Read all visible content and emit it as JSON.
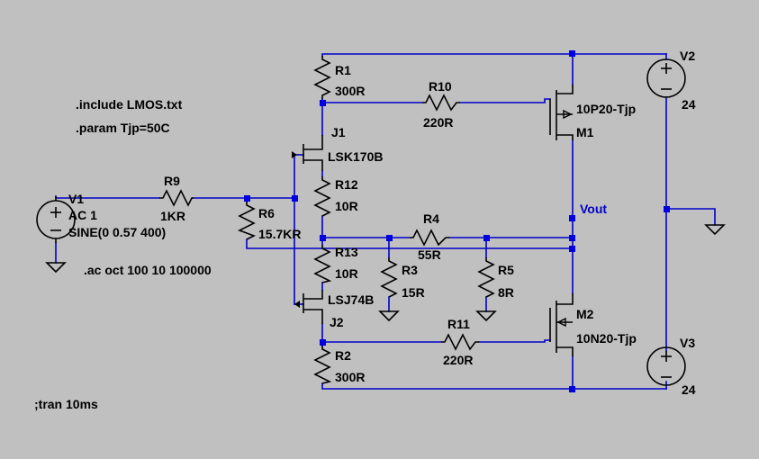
{
  "directives": {
    "include": ".include LMOS.txt",
    "param": ".param Tjp=50C",
    "ac": ".ac oct 100 10 100000",
    "tran": ";tran 10ms"
  },
  "components": {
    "V1": {
      "name": "V1",
      "line1": "AC 1",
      "line2": "SINE(0 0.57 400)"
    },
    "V2": {
      "name": "V2",
      "value": "24"
    },
    "V3": {
      "name": "V3",
      "value": "24"
    },
    "R1": {
      "name": "R1",
      "value": "300R"
    },
    "R2": {
      "name": "R2",
      "value": "300R"
    },
    "R3": {
      "name": "R3",
      "value": "15R"
    },
    "R4": {
      "name": "R4",
      "value": "55R"
    },
    "R5": {
      "name": "R5",
      "value": "8R"
    },
    "R6": {
      "name": "R6",
      "value": "15.7KR"
    },
    "R9": {
      "name": "R9",
      "value": "1KR"
    },
    "R10": {
      "name": "R10",
      "value": "220R"
    },
    "R11": {
      "name": "R11",
      "value": "220R"
    },
    "R12": {
      "name": "R12",
      "value": "10R"
    },
    "R13": {
      "name": "R13",
      "value": "10R"
    },
    "J1": {
      "name": "J1",
      "value": "LSK170B"
    },
    "J2": {
      "name": "J2",
      "value": "LSJ74B"
    },
    "M1": {
      "name": "M1",
      "value": "10P20-Tjp"
    },
    "M2": {
      "name": "M2",
      "value": "10N20-Tjp"
    }
  },
  "nets": {
    "vout": "Vout"
  },
  "colors": {
    "background": "#c0c0c0",
    "wire": "#0000c8",
    "component": "#000000",
    "node": "#0000e0"
  }
}
